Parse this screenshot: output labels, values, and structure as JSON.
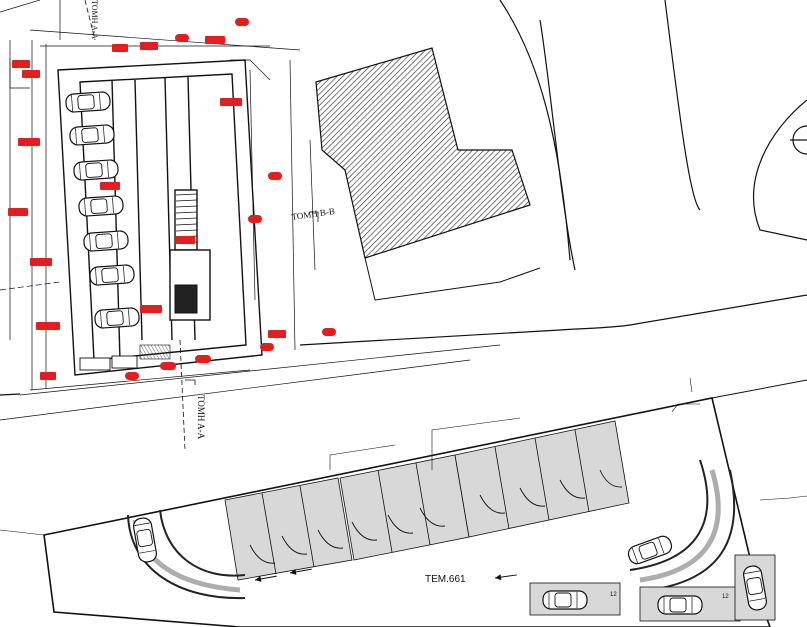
{
  "drawing": {
    "upper_plan": {
      "section_bb_label": "ΤΟΜΗ Β-Β",
      "section_aa_label": "ΤΟΜΗ Α-Α",
      "section_aa_top_label": "ΤΟΜΗ Α-Α",
      "parking_spaces_upper": 7
    },
    "lower_plan": {
      "parcel_label": "ΤΕΜ.661",
      "space_numbers": [
        "12",
        "12"
      ]
    }
  },
  "colors": {
    "line": "#111111",
    "hatch": "#555555",
    "red_tag": "#e41e1e",
    "space_fill": "#d8d8d8"
  },
  "icons": [
    "car-icon",
    "arrow-icon",
    "tree-hatch-icon"
  ]
}
